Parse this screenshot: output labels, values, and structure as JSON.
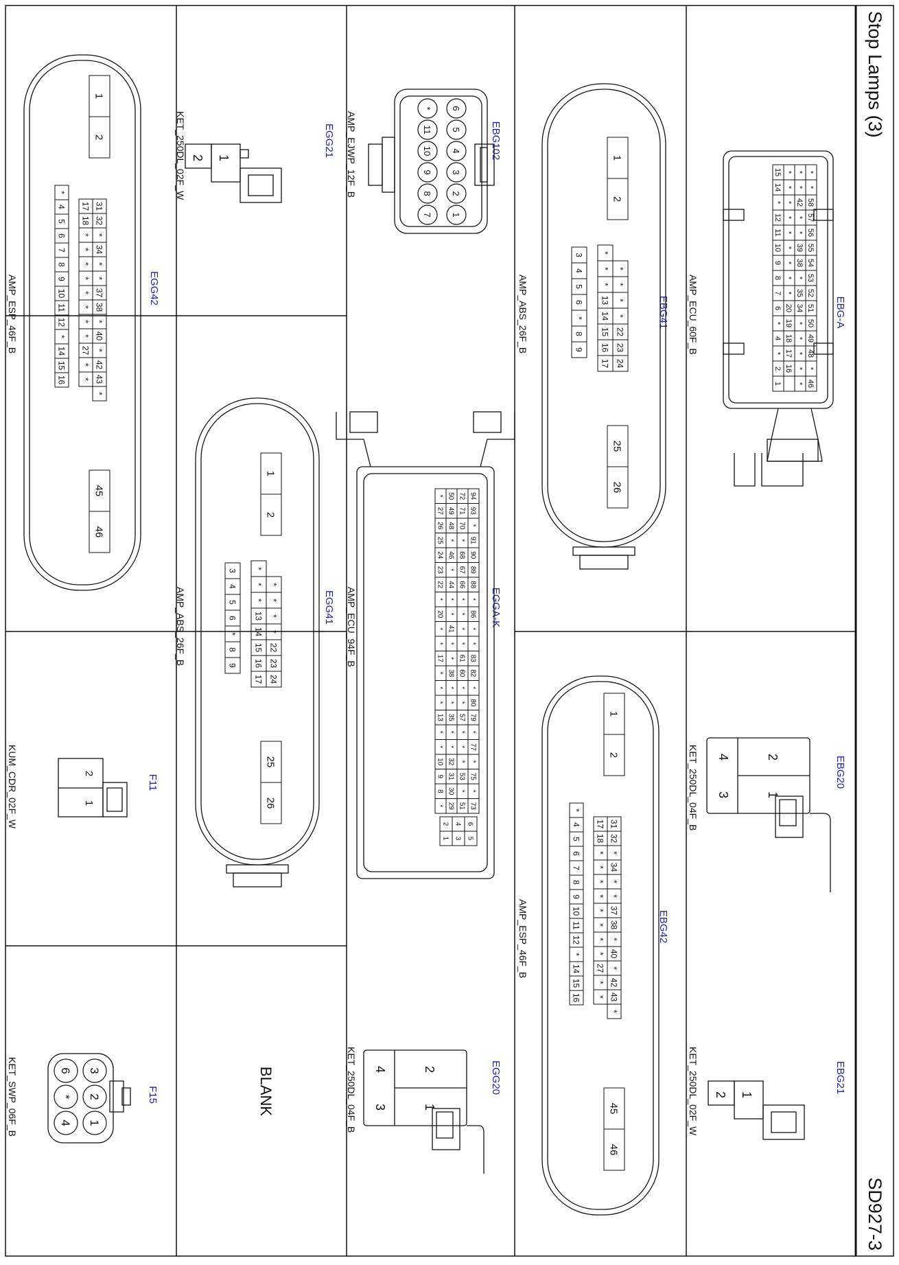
{
  "title": "Stop Lamps (3)",
  "page_code": "SD927-3",
  "blank_label": "BLANK",
  "colors": {
    "label_blue": "#1a22b8",
    "line": "#111111"
  },
  "connectors": {
    "EBG_A": {
      "name": "EBG-A",
      "type": "AMP_ECU_60F_B",
      "rows": [
        [
          "*",
          "*",
          "58",
          "57",
          "56",
          "55",
          "54",
          "53",
          "52",
          "51",
          "50",
          "49",
          "48",
          "*",
          "46"
        ],
        [
          "*",
          "*",
          "42",
          "*",
          "*",
          "39",
          "38",
          "*",
          "35",
          "34",
          "*",
          "*",
          "*",
          "*",
          "*"
        ],
        [
          "*",
          "*",
          "*",
          "*",
          "*",
          "*",
          "*",
          "*",
          "*",
          "20",
          "19",
          "18",
          "17",
          "16",
          ""
        ],
        [
          "15",
          "14",
          "*",
          "12",
          "11",
          "10",
          "9",
          "8",
          "7",
          "6",
          "*",
          "4",
          "*",
          "2",
          "1"
        ]
      ]
    },
    "EBG41": {
      "name": "EBG41",
      "type": "AMP_ABS_26F_B",
      "top": [
        "1",
        "2"
      ],
      "side": [
        "25",
        "26"
      ],
      "upper": [
        "*",
        "*",
        "*",
        "*",
        "22",
        "23",
        "24"
      ],
      "middle": [
        "*",
        "*",
        "*",
        "13",
        "14",
        "15",
        "16",
        "17"
      ],
      "bottom": [
        "3",
        "4",
        "5",
        "6",
        "*",
        "8",
        "9"
      ]
    },
    "EBG102": {
      "name": "EBG102",
      "type": "AMP_EJWP_12F_B",
      "rows": [
        [
          "6",
          "5",
          "4",
          "3",
          "2",
          "1"
        ],
        [
          "*",
          "11",
          "10",
          "9",
          "8",
          "7"
        ]
      ]
    },
    "EGG21": {
      "name": "EGG21",
      "type": "KET_250DL_02F_W",
      "pins": [
        "1",
        "2"
      ]
    },
    "EGG42": {
      "name": "EGG42",
      "type": "AMP_ESP_46F_B",
      "top": [
        "1",
        "2"
      ],
      "side": [
        "45",
        "46"
      ],
      "row1": [
        "31",
        "32",
        "*",
        "34",
        "*",
        "*",
        "37",
        "38",
        "*",
        "40",
        "*",
        "42",
        "43",
        "*"
      ],
      "row2": [
        "17",
        "18",
        "*",
        "*",
        "*",
        "*",
        "*",
        "*",
        "*",
        "*",
        "27",
        "*",
        "*"
      ],
      "row3": [
        "*",
        "4",
        "5",
        "6",
        "7",
        "8",
        "9",
        "10",
        "11",
        "12",
        "*",
        "14",
        "15",
        "16"
      ]
    },
    "EBG20": {
      "name": "EBG20",
      "type": "KET_250DL_04F_B",
      "pins": [
        "2",
        "1",
        "4",
        "3"
      ]
    },
    "EBG42": {
      "name": "EBG42",
      "type": "AMP_ESP_46F_B"
    },
    "EGGA_K": {
      "name": "EGGA-K",
      "type": "AMP_ECU_94F_B",
      "rows": [
        [
          "94",
          "93",
          "*",
          "91",
          "90",
          "89",
          "88",
          "*",
          "86",
          "*",
          "*",
          "83",
          "82",
          "*",
          "80",
          "79",
          "*",
          "77",
          "*",
          "75",
          "*",
          "73"
        ],
        [
          "72",
          "71",
          "70",
          "*",
          "68",
          "67",
          "66",
          "*",
          "*",
          "*",
          "*",
          "61",
          "60",
          "*",
          "*",
          "57",
          "*",
          "*",
          "*",
          "53",
          "*",
          "51"
        ],
        [
          "50",
          "49",
          "48",
          "*",
          "46",
          "*",
          "44",
          "*",
          "*",
          "41",
          "*",
          "*",
          "38",
          "*",
          "*",
          "35",
          "*",
          "*",
          "32",
          "31",
          "30",
          "29"
        ],
        [
          "*",
          "27",
          "26",
          "25",
          "24",
          "23",
          "22",
          "*",
          "20",
          "*",
          "*",
          "17",
          "*",
          "*",
          "*",
          "13",
          "*",
          "*",
          "10",
          "9",
          "8",
          "*"
        ]
      ],
      "side": [
        "6",
        "5",
        "4",
        "3",
        "2",
        "1"
      ]
    },
    "EGG41": {
      "name": "EGG41",
      "type": "AMP_ABS_26F_B"
    },
    "EBG21": {
      "name": "EBG21",
      "type": "KET_250DL_02F_W"
    },
    "EGG20": {
      "name": "EGG20",
      "type": "KET_250DL_04F_B"
    },
    "F11": {
      "name": "F11",
      "type": "KUM_CDR_02F_W",
      "pins": [
        "2",
        "1"
      ]
    },
    "F15": {
      "name": "F15",
      "type": "KET_SWP_06F_B",
      "pins": [
        "3",
        "2",
        "1",
        "6",
        "*",
        "4"
      ]
    }
  }
}
